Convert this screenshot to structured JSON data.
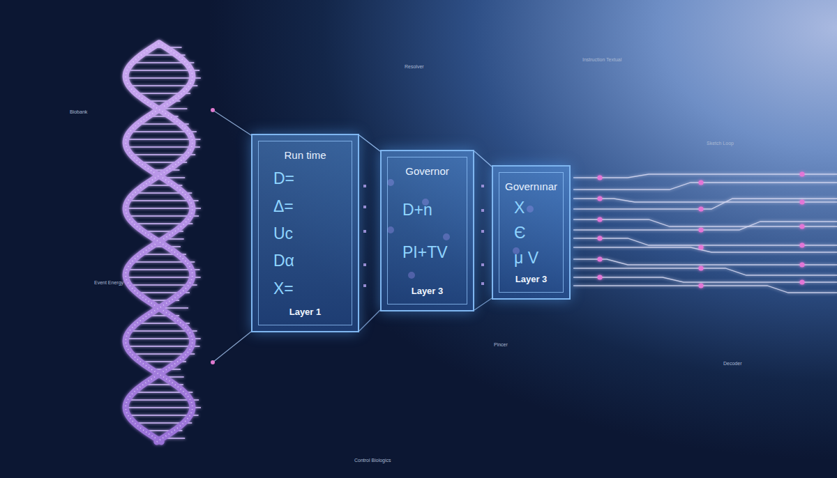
{
  "diagram": {
    "nodes": [
      {
        "text": [
          "Run time",
          "D=",
          "Δ=",
          "Uc",
          "Dα",
          "X=",
          "Layer 1"
        ]
      },
      {
        "text": [
          "Governor",
          "D+n",
          "PI+TV",
          "Layer 3"
        ]
      },
      {
        "text": [
          "Governınar",
          "X",
          "Є",
          "μ V",
          "Layer 3"
        ]
      }
    ],
    "edges": [
      {
        "from": 0,
        "to": 1,
        "arrow": "none"
      },
      {
        "from": 1,
        "to": 2,
        "arrow": "none"
      }
    ],
    "labels": [
      "Biobank",
      "Resolver",
      "Instruction Textual",
      "Sketch Loop",
      "Event Energy",
      "Pincer",
      "Decoder",
      "Control Biologics"
    ]
  }
}
